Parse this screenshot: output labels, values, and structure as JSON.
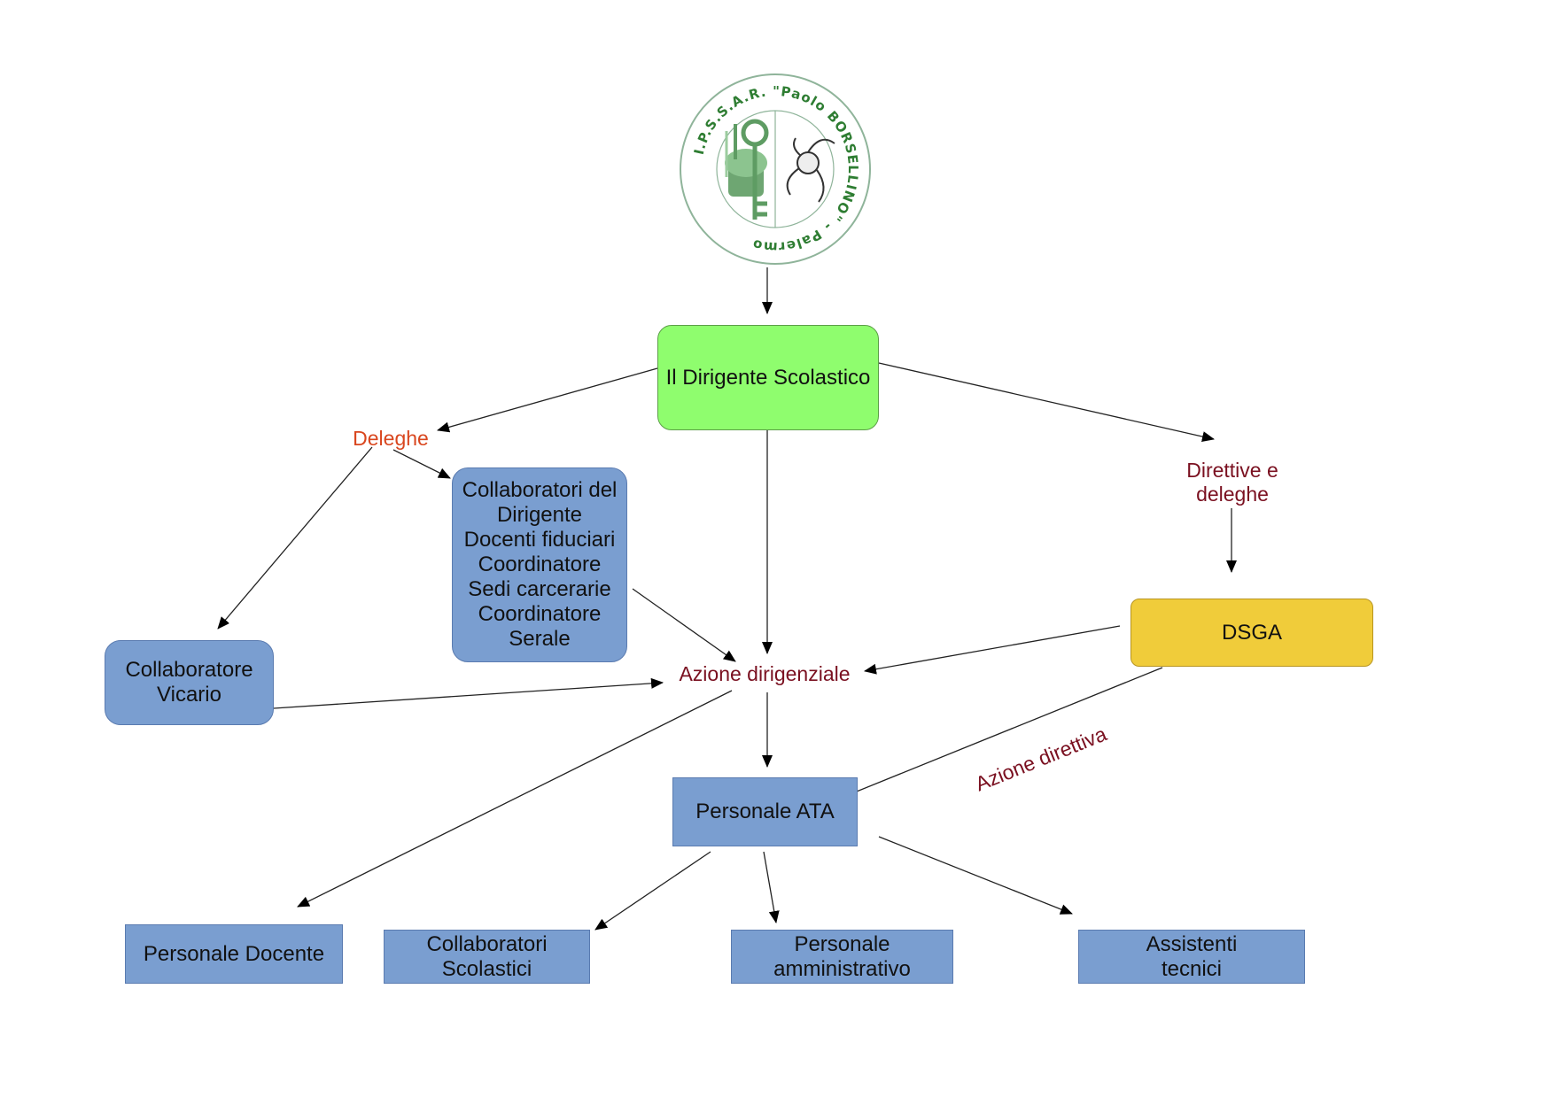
{
  "logo": {
    "text": "I.P.S.S.A.R. \"Paolo BORSELLINO\" - Palermo"
  },
  "nodes": {
    "dirigente": "Il Dirigente Scolastico",
    "collaboratori_dirigente": "Collaboratori del\nDirigente\nDocenti fiduciari\nCoordinatore\nSedi carcerarie\nCoordinatore\nSerale",
    "vicario": "Collaboratore\nVicario",
    "dsga": "DSGA",
    "personale_ata": "Personale ATA",
    "personale_docente": "Personale Docente",
    "collaboratori_scolastici": "Collaboratori\nScolastici",
    "personale_amministrativo": "Personale\namministrativo",
    "assistenti_tecnici": "Assistenti\ntecnici"
  },
  "labels": {
    "deleghe": "Deleghe",
    "direttive_deleghe": "Direttive e\ndeleghe",
    "azione_dirigenziale": "Azione dirigenziale",
    "azione_direttiva": "Azione direttiva"
  },
  "colors": {
    "green_box": "#8ffd6e",
    "blue_box": "#7a9ed0",
    "yellow_box": "#f0cc3a",
    "deleghe_text": "#d9461e",
    "label_text": "#7a1020",
    "logo_green": "#2e7d32"
  }
}
